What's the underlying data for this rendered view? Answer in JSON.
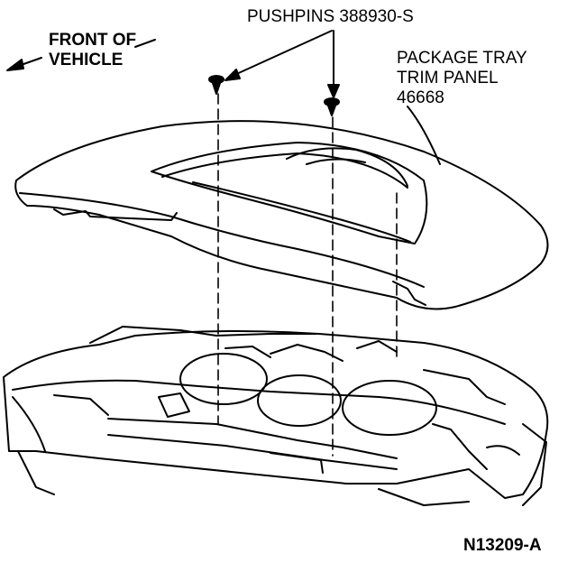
{
  "labels": {
    "pushpins": "PUSHPINS 388930-S",
    "front_line1": "FRONT OF",
    "front_line2": "VEHICLE",
    "tray_line1": "PACKAGE TRAY",
    "tray_line2": "TRIM PANEL",
    "tray_line3": "46668",
    "figure_id": "N13209-A"
  },
  "colors": {
    "ink": "#000000",
    "paper": "#ffffff"
  }
}
